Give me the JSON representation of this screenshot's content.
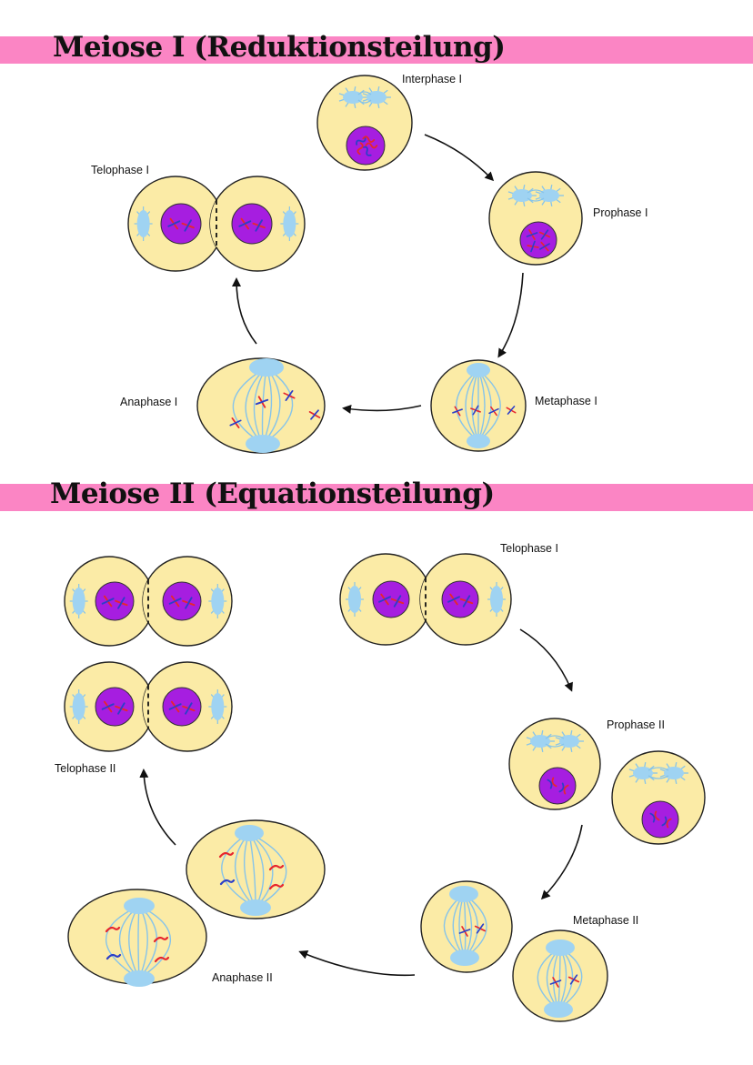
{
  "meiose1": {
    "title": "Meiose I (Reduktionsteilung)",
    "labels": {
      "interphase": "Interphase I",
      "prophase": "Prophase I",
      "metaphase": "Metaphase I",
      "anaphase": "Anaphase I",
      "telophase": "Telophase I"
    }
  },
  "meiose2": {
    "title": "Meiose II (Equationsteilung)",
    "labels": {
      "telophase1": "Telophase I",
      "prophase": "Prophase II",
      "metaphase": "Metaphase II",
      "anaphase": "Anaphase II",
      "telophase": "Telophase II"
    }
  },
  "colors": {
    "banner": "#fb85c4",
    "cytoplasm": "#fbeba6",
    "membrane": "#222222",
    "centrosome": "#9fd3f2",
    "spindle": "#86c4ea",
    "nucleus": "#a61ee0",
    "chromosome_red": "#e6262e",
    "chromosome_blue": "#2c3fc8",
    "arrow": "#111111"
  }
}
